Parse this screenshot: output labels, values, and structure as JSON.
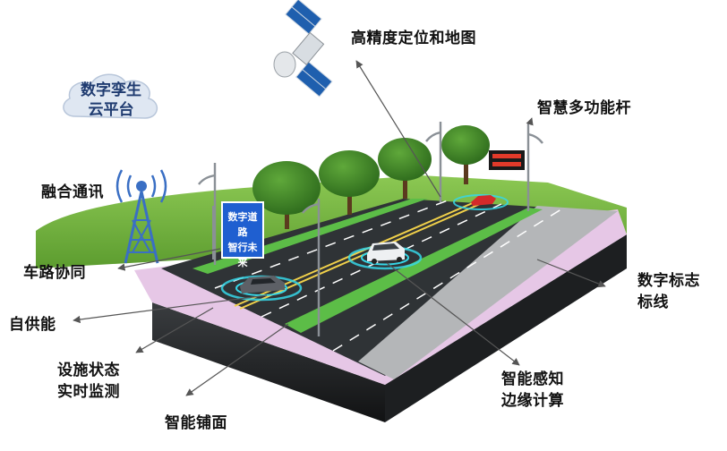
{
  "labels": {
    "hd_map": "高精度定位和地图",
    "digital_twin_line1": "数字孪生",
    "digital_twin_line2": "云平台",
    "smart_pole": "智慧多功能杆",
    "fusion_comm": "融合通讯",
    "vehicle_road": "车路协同",
    "self_power": "自供能",
    "facility_line1": "设施状态",
    "facility_line2": "实时监测",
    "smart_pavement": "智能铺面",
    "edge_line1": "智能感知",
    "edge_line2": "边缘计算",
    "marking_line1": "数字标志",
    "marking_line2": "标线"
  },
  "road_sign": {
    "line1": "数字道路",
    "line2": "智行未来"
  },
  "colors": {
    "sign_blue": "#1f5fd0",
    "grass": "#6fb23a",
    "asphalt": "#2a2d30",
    "sensor_ring": "#36d7e8",
    "lane_yellow": "#f0d04a",
    "cloud_text": "#1f3b70"
  },
  "icons": [
    "satellite-icon",
    "cloud-icon",
    "radio-tower-icon",
    "led-sign-icon"
  ]
}
